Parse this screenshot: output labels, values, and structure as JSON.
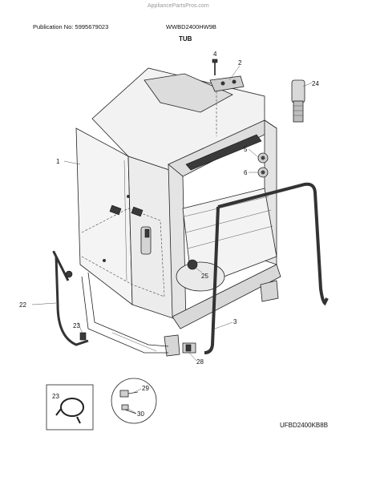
{
  "header": {
    "watermark": "AppliancePartsPros.com",
    "publication": "Publication No: 5995679023",
    "model": "WWBD2400HW9B",
    "section_title": "TUB",
    "footer_code": "UFBD2400KB8B"
  },
  "callouts": {
    "c1": "1",
    "c2": "2",
    "c3": "3",
    "c4": "4",
    "c5": "5",
    "c6": "6",
    "c22": "22",
    "c23a": "23",
    "c23b": "23",
    "c24": "24",
    "c25": "25",
    "c28": "28",
    "c29": "29",
    "c30": "30"
  }
}
